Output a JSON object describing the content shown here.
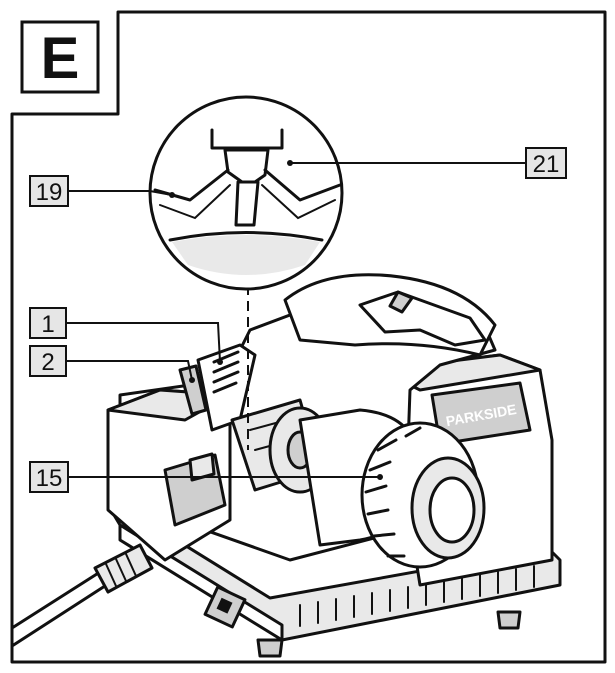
{
  "panel": {
    "letter": "E"
  },
  "callouts": [
    {
      "id": "19",
      "label": "19"
    },
    {
      "id": "21",
      "label": "21"
    },
    {
      "id": "1",
      "label": "1"
    },
    {
      "id": "2",
      "label": "2"
    },
    {
      "id": "15",
      "label": "15"
    }
  ],
  "product": {
    "brand": "PARKSIDE"
  }
}
